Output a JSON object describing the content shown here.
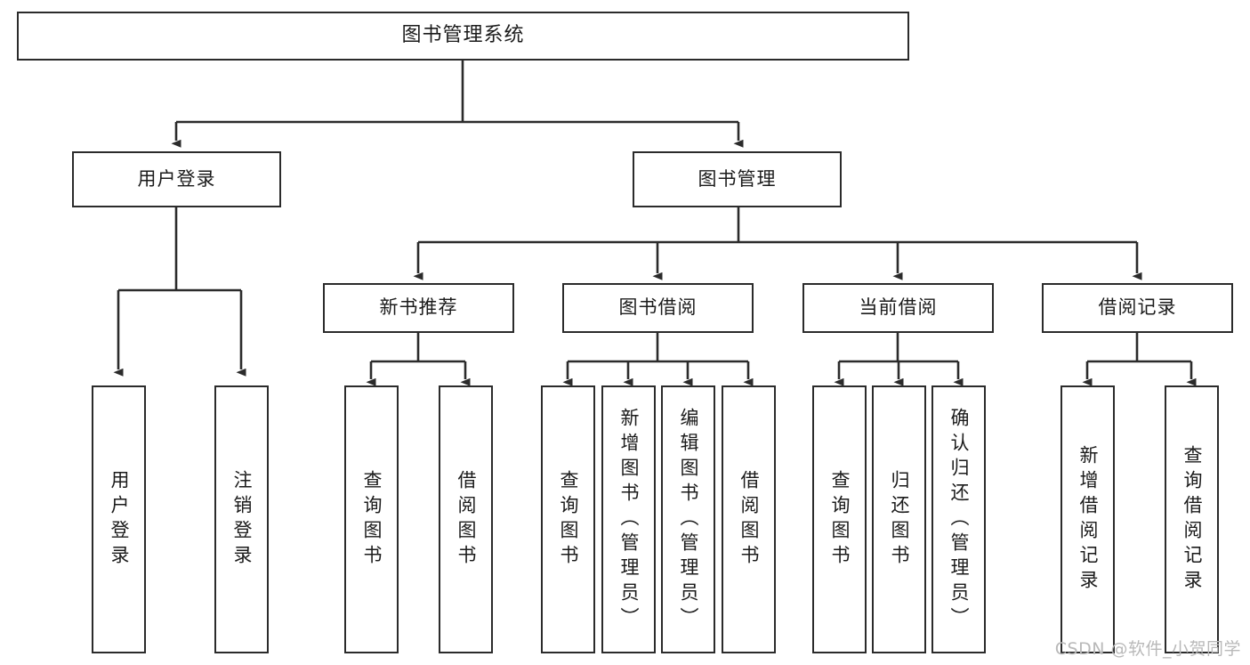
{
  "diagram": {
    "type": "tree",
    "title": "图书管理系统",
    "watermark": "CSDN @软件_小贺同学",
    "orientation": "top-down",
    "colors": {
      "box_border": "#2b2b2b",
      "box_fill": "#ffffff",
      "edge": "#2b2b2b",
      "watermark": "#b9b9b9"
    },
    "nodes": {
      "root": {
        "label": "图书管理系统"
      },
      "level2": [
        {
          "label": "用户登录"
        },
        {
          "label": "图书管理"
        }
      ],
      "level3": [
        {
          "label": "新书推荐"
        },
        {
          "label": "图书借阅"
        },
        {
          "label": "当前借阅"
        },
        {
          "label": "借阅记录"
        }
      ],
      "leaves": {
        "user_login": [
          {
            "label": "用户登录"
          },
          {
            "label": "注销登录"
          }
        ],
        "new_book_recommend": [
          {
            "label": "查询图书"
          },
          {
            "label": "借阅图书"
          }
        ],
        "book_borrow": [
          {
            "label": "查询图书"
          },
          {
            "label": "新增图书（管理员）"
          },
          {
            "label": "编辑图书（管理员）"
          },
          {
            "label": "借阅图书"
          }
        ],
        "current_borrow": [
          {
            "label": "查询图书"
          },
          {
            "label": "归还图书"
          },
          {
            "label": "确认归还（管理员）"
          }
        ],
        "borrow_record": [
          {
            "label": "新增借阅记录"
          },
          {
            "label": "查询借阅记录"
          }
        ]
      }
    }
  }
}
